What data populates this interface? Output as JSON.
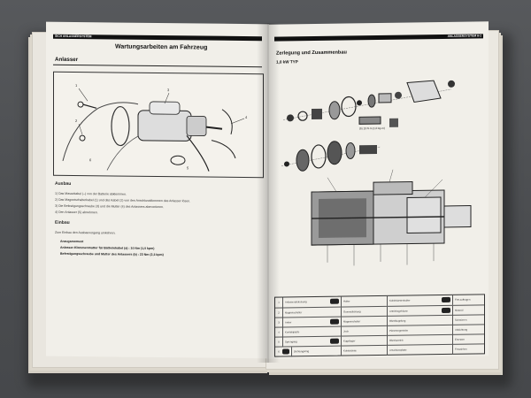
{
  "left_page": {
    "running_header": "SICH ANLASSERSYSTEM",
    "title": "Wartungsarbeiten am Fahrzeug",
    "section": "Anlasser",
    "figure_callouts": [
      "1",
      "2",
      "3",
      "4",
      "5",
      "6"
    ],
    "ausbau_heading": "Ausbau",
    "ausbau_steps": [
      "1) Das Massekabel (–) von der Batterie abklemmen.",
      "2) Das Magnetschalterkabel (1) und das Kabel (2) von den Anschlussklemmen des Anlasser lösen.",
      "3) Die Befestigungsschraube (3) und die Mutter (4) des Anlassers abmontieren.",
      "4) Den Anlasser (5) abnehmen."
    ],
    "einbau_heading": "Einbau",
    "einbau_text": "Zum Einbau den Ausbauvorgang umkehren.",
    "torque_heading": "Anzugsmoment",
    "torque_lines": [
      "Anlasser-Klemmenmutter für Batteriekabel (a) : 10 Nm (1,0 kpm)",
      "Befestigungsschraube und Mutter des Anlassers (b) : 23 Nm (2,3 kpm)"
    ]
  },
  "right_page": {
    "running_header": "ANLASSERSYSTEM 6-1",
    "title": "Zerlegung und Zusammenbau",
    "subtitle": "1,0 kW TYP",
    "spec_label": "(b) 10 N·m (1,0 kg-m)",
    "legend_rows": [
      [
        "1",
        "Anlasserabdeckung",
        "Halter",
        "Kohlebürstenhalter",
        "Fett auftragen"
      ],
      [
        "2",
        "Magnetschalter",
        "Gummidichtung",
        "Antriebsgehäuse",
        "Motoröl"
      ],
      [
        "3",
        "Anker",
        "Magnetschalter",
        "Ritzelkupplung",
        "Schmieren"
      ],
      [
        "4",
        "Kontaktplatte",
        "Joch",
        "Planetengetriebe",
        "Abdichtung"
      ],
      [
        "5",
        "Sprengring",
        "Kugellager",
        "Ritzelantrieb",
        "Ersetzen"
      ],
      [
        "6",
        "Dichtungsring",
        "Kohlebürste",
        "Anschlussplatte",
        "Festziehen"
      ]
    ]
  }
}
